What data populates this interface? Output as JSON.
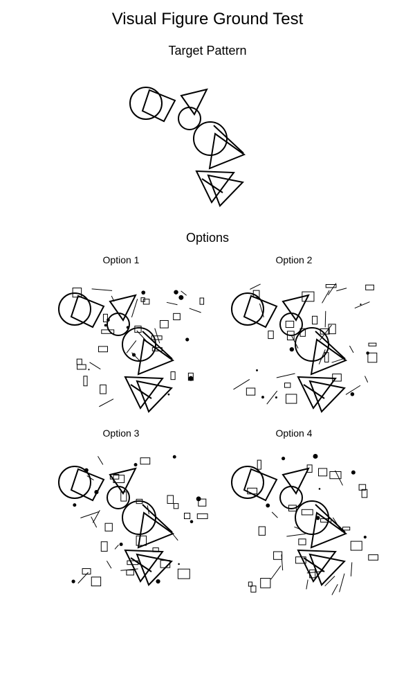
{
  "title": "Visual Figure Ground Test",
  "target_label": "Target Pattern",
  "options_heading": "Options",
  "options": [
    {
      "label": "Option 1"
    },
    {
      "label": "Option 2"
    },
    {
      "label": "Option 3"
    },
    {
      "label": "Option 4"
    }
  ],
  "colors": {
    "ink": "#000000",
    "background": "#ffffff"
  }
}
